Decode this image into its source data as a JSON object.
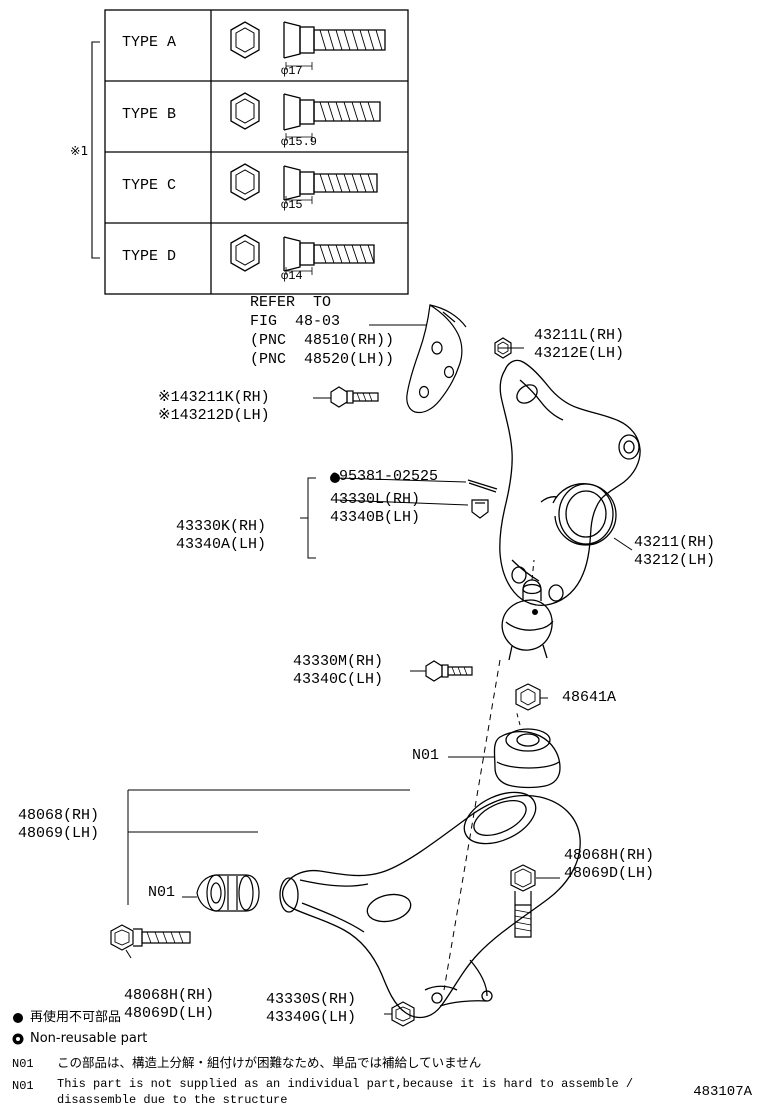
{
  "diagram": {
    "code": "483107A",
    "types_table": {
      "rows": [
        {
          "name": "TYPE A",
          "dia": "φ17"
        },
        {
          "name": "TYPE B",
          "dia": "φ15.9"
        },
        {
          "name": "TYPE C",
          "dia": "φ15"
        },
        {
          "name": "TYPE D",
          "dia": "φ14"
        }
      ],
      "marker": "※1"
    },
    "refer": {
      "line1": "REFER  TO",
      "line2": "FIG  48-03",
      "line3": "(PNC  48510(RH))",
      "line4": "(PNC  48520(LH))"
    },
    "callouts": [
      {
        "id": "c1",
        "text": "43211L(RH)\n43212E(LH)"
      },
      {
        "id": "c2",
        "text": "※143211K(RH)\n※143212D(LH)"
      },
      {
        "id": "c3",
        "text": "●95381-02525"
      },
      {
        "id": "c4",
        "text": "43330L(RH)\n43340B(LH)"
      },
      {
        "id": "c5",
        "text": "43330K(RH)\n43340A(LH)"
      },
      {
        "id": "c6",
        "text": "43211(RH)\n43212(LH)"
      },
      {
        "id": "c7",
        "text": "43330M(RH)\n43340C(LH)"
      },
      {
        "id": "c8",
        "text": "48641A"
      },
      {
        "id": "c9",
        "text": "N01"
      },
      {
        "id": "c10",
        "text": "48068(RH)\n48069(LH)"
      },
      {
        "id": "c11",
        "text": "48068H(RH)\n48069D(LH)"
      },
      {
        "id": "c12",
        "text": "N01"
      },
      {
        "id": "c13",
        "text": "48068H(RH)\n48069D(LH)"
      },
      {
        "id": "c14",
        "text": "43330S(RH)\n43340G(LH)"
      }
    ],
    "legend": [
      {
        "symbol": "●",
        "text": "再使用不可部品"
      },
      {
        "symbol": "◍",
        "text": "Non-reusable part"
      }
    ],
    "notes": [
      {
        "code": "N01",
        "text": "この部品は、構造上分解・組付けが困難なため、単品では補給していません"
      },
      {
        "code": "N01",
        "text": "This part is not supplied as an individual part,because it is hard to assemble /\ndisassemble due to the structure"
      }
    ]
  }
}
